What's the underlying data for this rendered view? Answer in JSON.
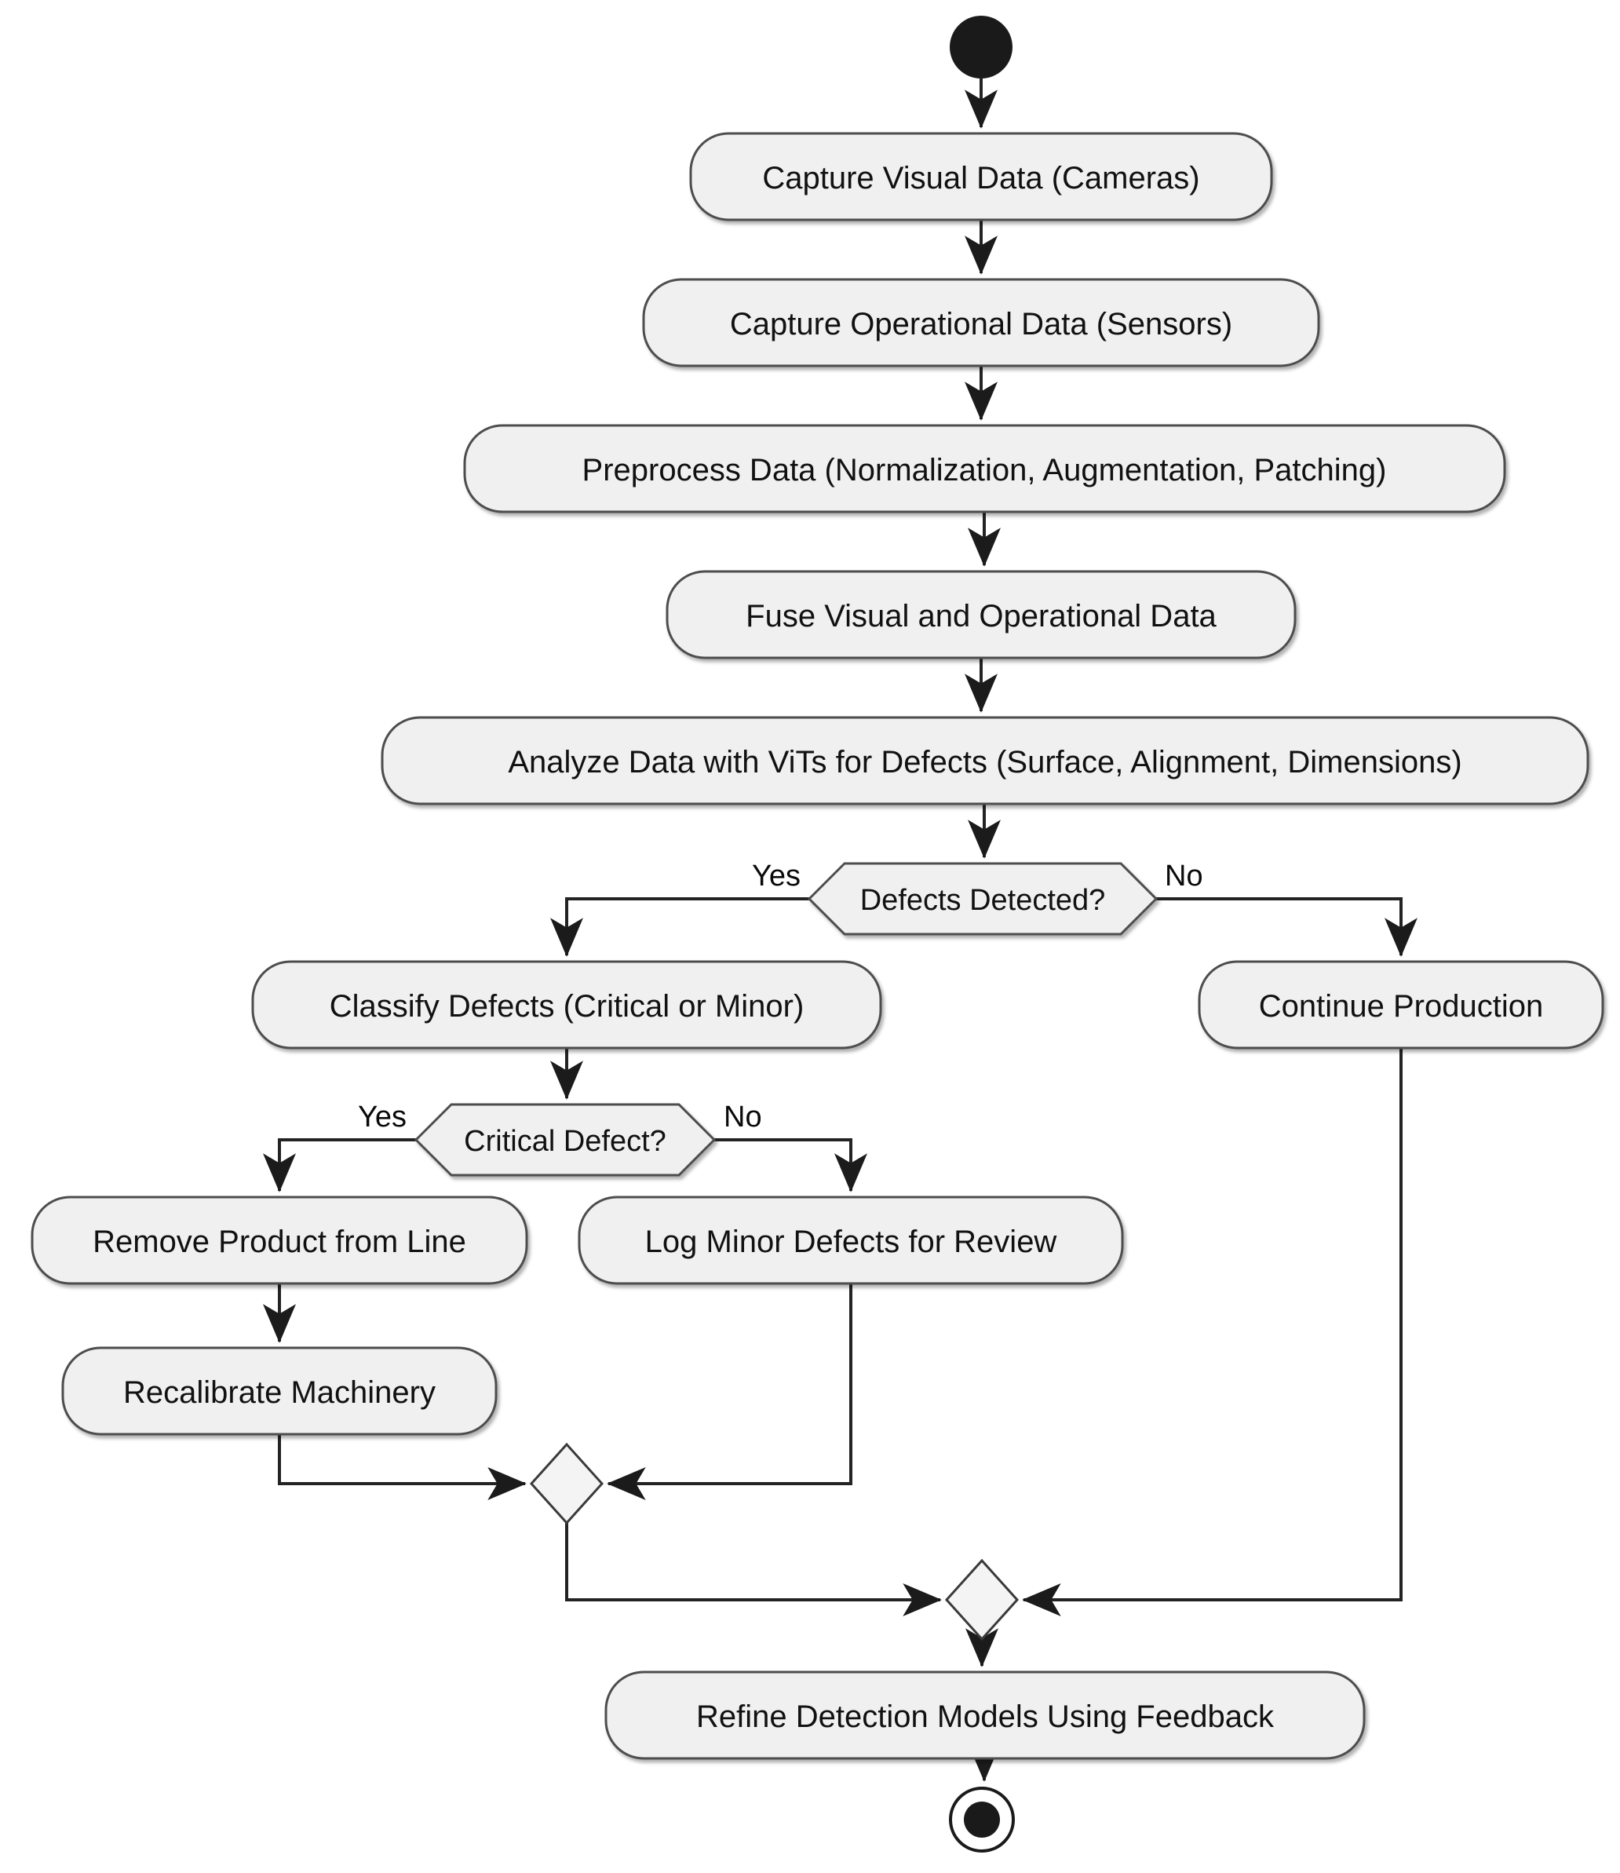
{
  "flowchart": {
    "nodes": {
      "capture_visual": "Capture Visual Data (Cameras)",
      "capture_operational": "Capture Operational Data (Sensors)",
      "preprocess": "Preprocess Data (Normalization, Augmentation, Patching)",
      "fuse": "Fuse Visual and Operational Data",
      "analyze": "Analyze Data with ViTs for Defects (Surface, Alignment, Dimensions)",
      "defects_detected": "Defects Detected?",
      "classify": "Classify Defects (Critical or Minor)",
      "continue_production": "Continue Production",
      "critical_defect": "Critical Defect?",
      "remove_product": "Remove Product from Line",
      "log_minor": "Log Minor Defects for Review",
      "recalibrate": "Recalibrate Machinery",
      "refine": "Refine Detection Models Using Feedback"
    },
    "edge_labels": {
      "defects_yes": "Yes",
      "defects_no": "No",
      "critical_yes": "Yes",
      "critical_no": "No"
    },
    "edges": [
      {
        "from": "start",
        "to": "capture_visual",
        "label": ""
      },
      {
        "from": "capture_visual",
        "to": "capture_operational",
        "label": ""
      },
      {
        "from": "capture_operational",
        "to": "preprocess",
        "label": ""
      },
      {
        "from": "preprocess",
        "to": "fuse",
        "label": ""
      },
      {
        "from": "fuse",
        "to": "analyze",
        "label": ""
      },
      {
        "from": "analyze",
        "to": "defects_detected",
        "label": ""
      },
      {
        "from": "defects_detected",
        "to": "classify",
        "label": "Yes"
      },
      {
        "from": "defects_detected",
        "to": "continue_production",
        "label": "No"
      },
      {
        "from": "classify",
        "to": "critical_defect",
        "label": ""
      },
      {
        "from": "critical_defect",
        "to": "remove_product",
        "label": "Yes"
      },
      {
        "from": "critical_defect",
        "to": "log_minor",
        "label": "No"
      },
      {
        "from": "remove_product",
        "to": "recalibrate",
        "label": ""
      },
      {
        "from": "recalibrate",
        "to": "merge_1",
        "label": ""
      },
      {
        "from": "log_minor",
        "to": "merge_1",
        "label": ""
      },
      {
        "from": "merge_1",
        "to": "merge_2",
        "label": ""
      },
      {
        "from": "continue_production",
        "to": "merge_2",
        "label": ""
      },
      {
        "from": "merge_2",
        "to": "refine",
        "label": ""
      },
      {
        "from": "refine",
        "to": "end",
        "label": ""
      }
    ],
    "colors": {
      "background": "#ffffff",
      "node_fill": "#f0f0f0",
      "node_stroke": "#4d4d4d",
      "edge": "#232323",
      "text": "#111111",
      "terminal": "#1a1a1a"
    }
  }
}
